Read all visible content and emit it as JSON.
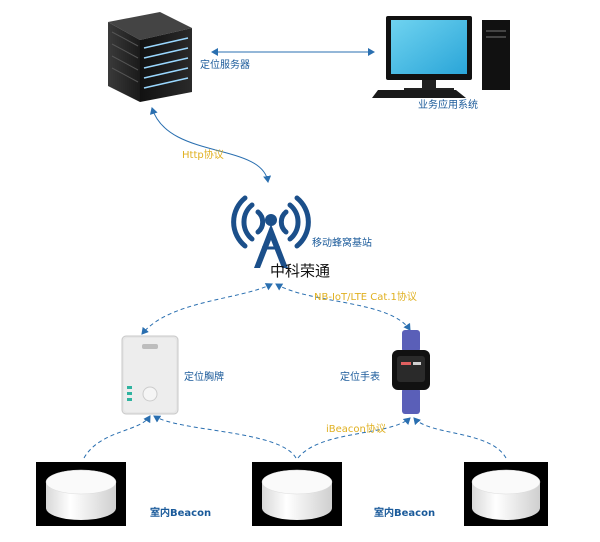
{
  "labels": {
    "server": "定位服务器",
    "business": "业务应用系统",
    "http": "Http协议",
    "station": "移动蜂窝基站",
    "brand": "中科荣通",
    "nbiot": "NB-IoT/LTE Cat.1协议",
    "badge": "定位胸牌",
    "watch": "定位手表",
    "ibeacon": "iBeacon协议",
    "beacon1": "室内Beacon",
    "beacon2": "室内Beacon"
  },
  "colors": {
    "text_blue": "#1a5a9a",
    "protocol_yellow": "#e0b020",
    "connector_blue": "#2a6fb0",
    "tower_blue": "#1b4f8a",
    "watch_purple": "#5a5fb8"
  }
}
